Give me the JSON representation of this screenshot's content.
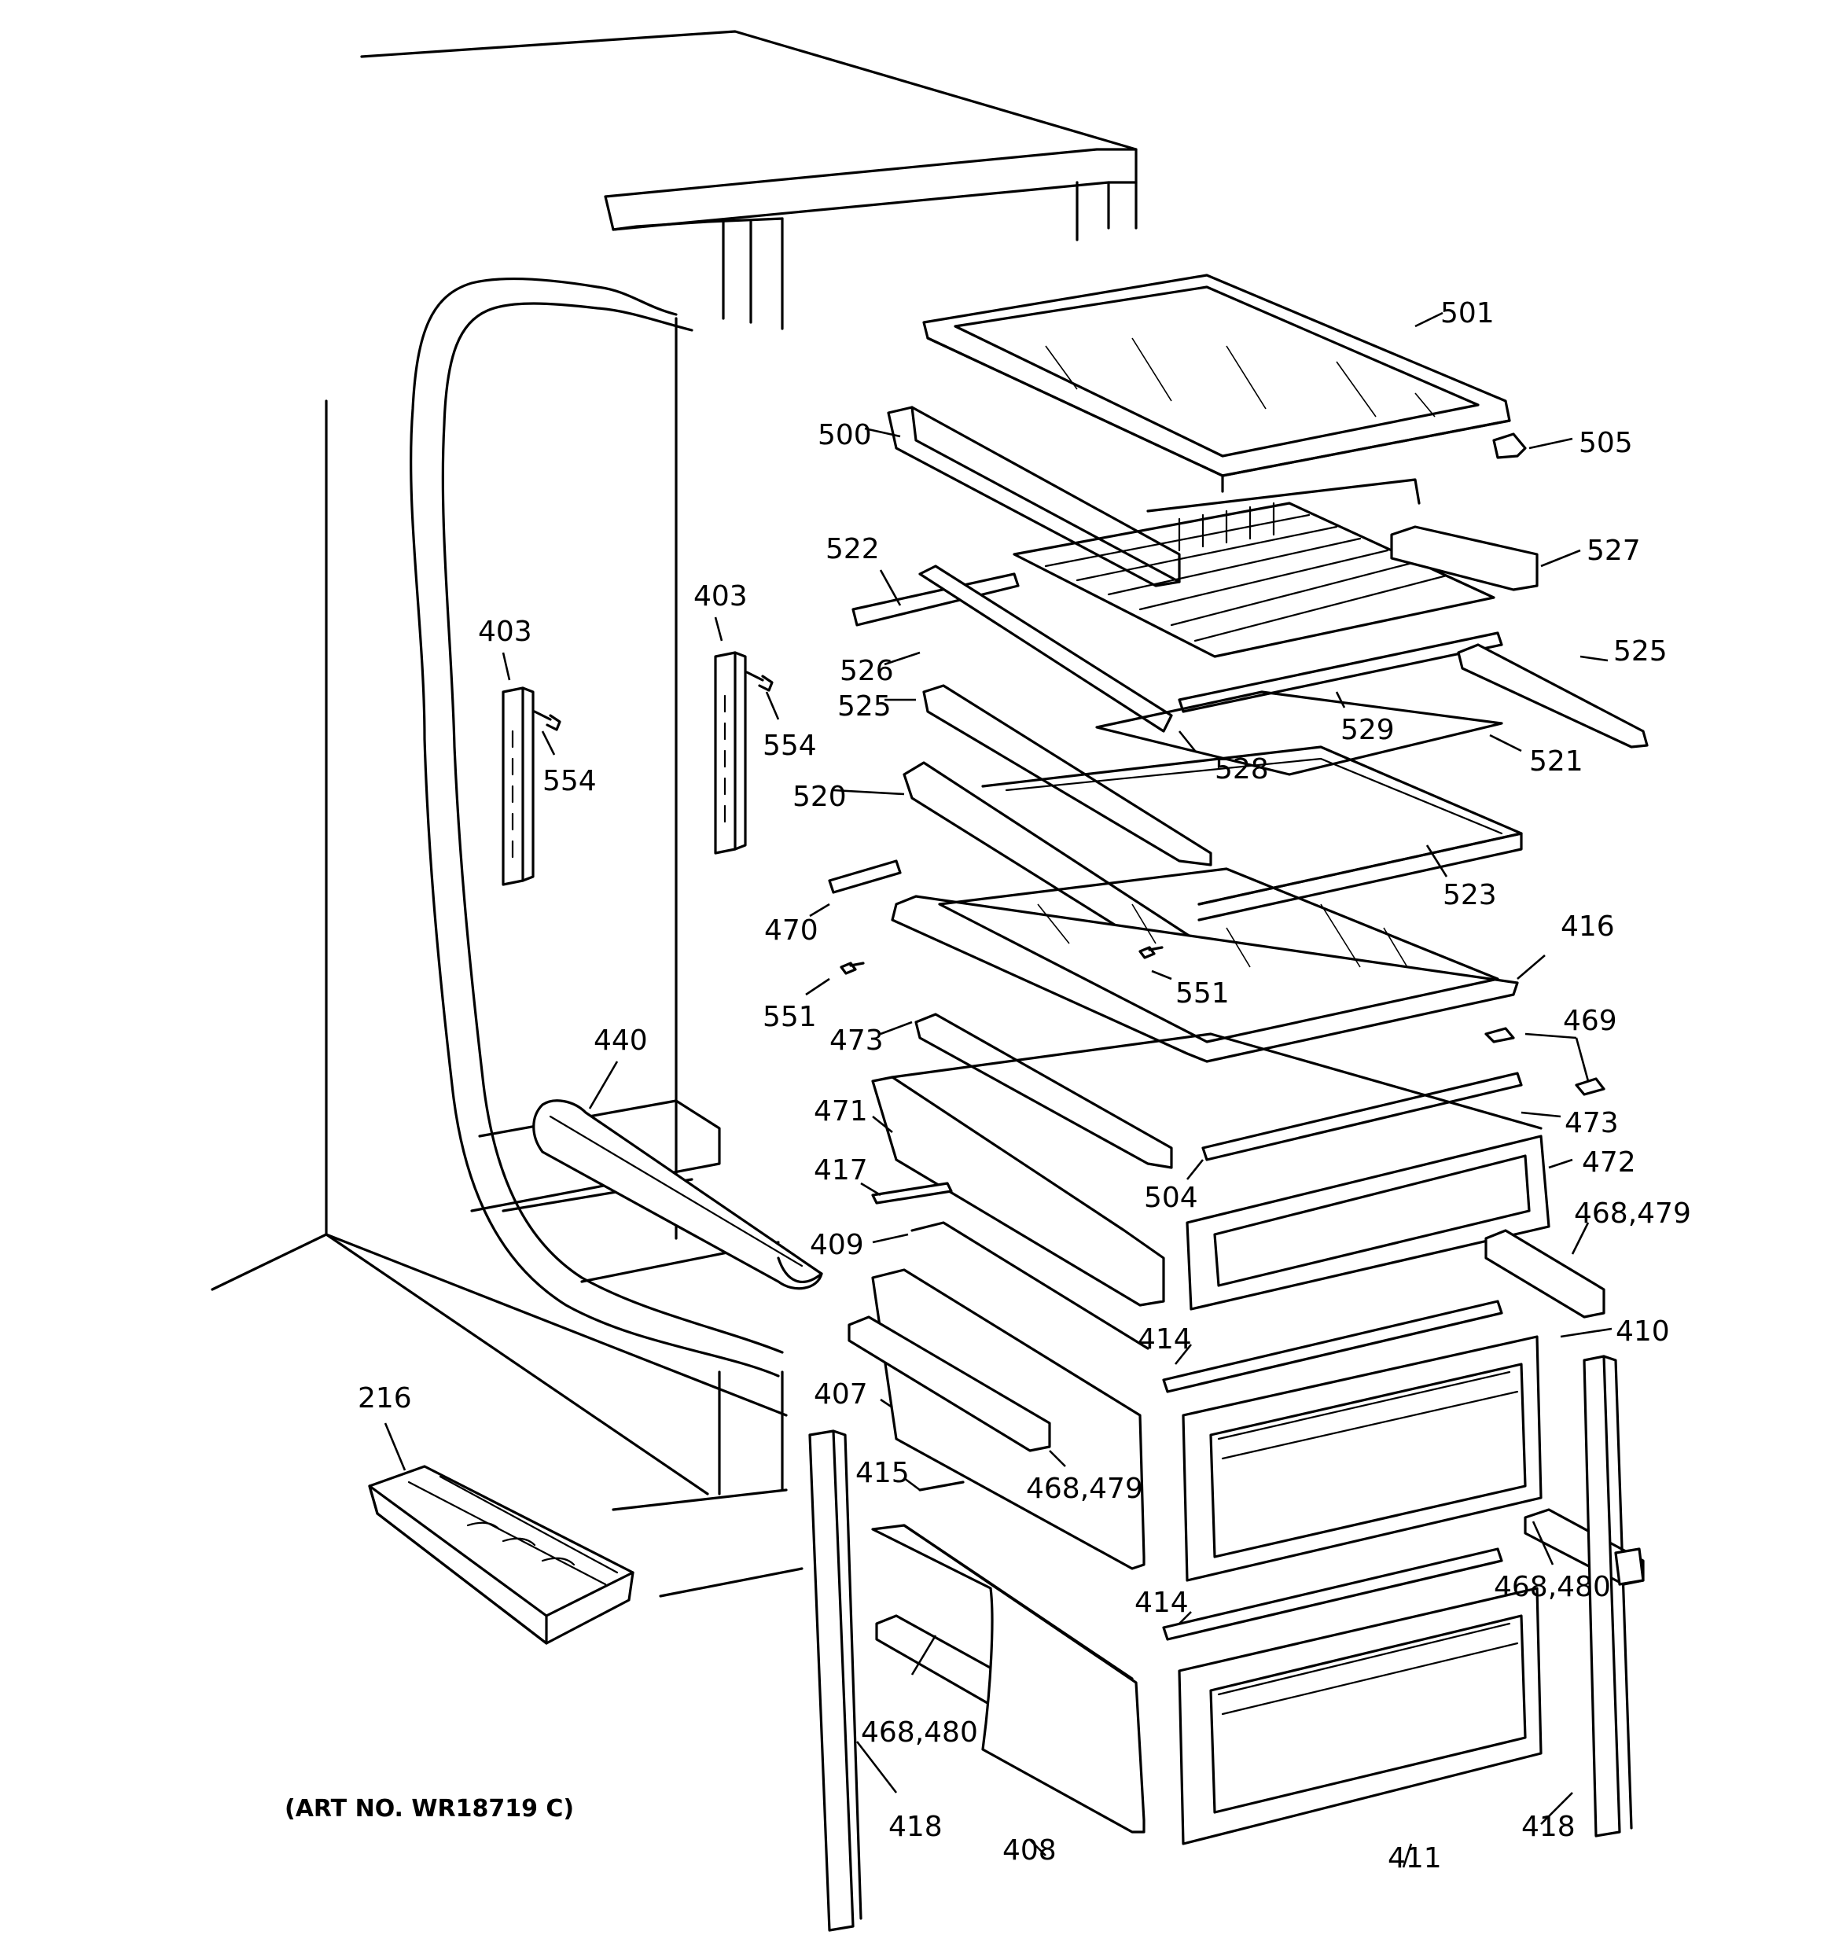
{
  "art_number": "(ART NO. WR18719 C)",
  "callouts": {
    "c501": "501",
    "c505": "505",
    "c500": "500",
    "c527": "527",
    "c522": "522",
    "c525a": "525",
    "c526": "526",
    "c525b": "525",
    "c529": "529",
    "c528": "528",
    "c521": "521",
    "c520": "520",
    "c523": "523",
    "c470": "470",
    "c416": "416",
    "c551a": "551",
    "c551b": "551",
    "c469": "469",
    "c473a": "473",
    "c473b": "473",
    "c471": "471",
    "c504": "504",
    "c472": "472",
    "c417": "417",
    "c409": "409",
    "c468_479a": "468,479",
    "c414a": "414",
    "c410": "410",
    "c407": "407",
    "c468_479b": "468,479",
    "c415": "415",
    "c468_480a": "468,480",
    "c414b": "414",
    "c468_480b": "468,480",
    "c418a": "418",
    "c418b": "418",
    "c408": "408",
    "c411": "411",
    "c403a": "403",
    "c554a": "554",
    "c403b": "403",
    "c554b": "554",
    "c440": "440",
    "c216": "216"
  }
}
